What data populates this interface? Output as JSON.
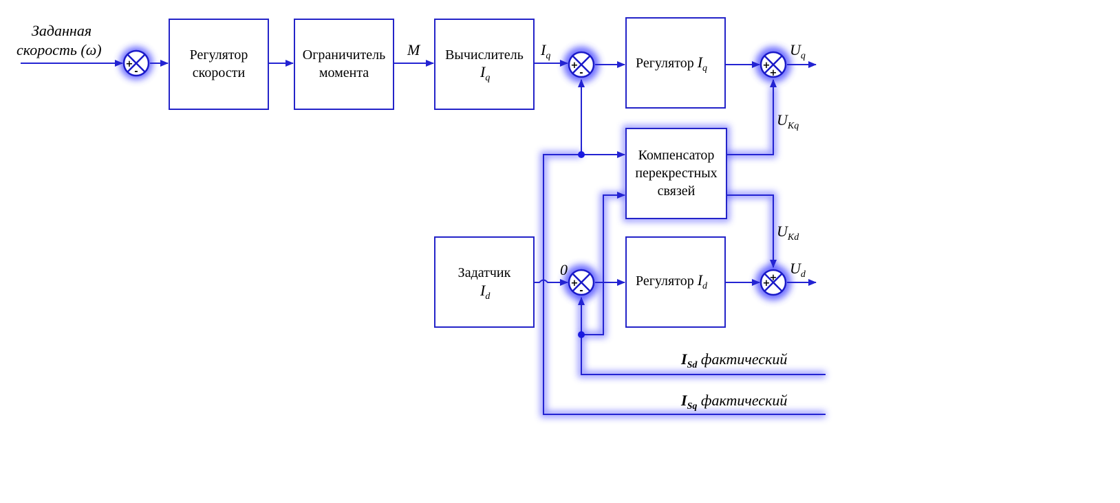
{
  "input_label": {
    "line1": "Заданная",
    "line2": "скорость (ω)"
  },
  "blocks": {
    "speed_regulator": {
      "line1": "Регулятор",
      "line2": "скорости"
    },
    "torque_limiter": {
      "line1": "Ограничитель",
      "line2": "момента"
    },
    "iq_calculator": {
      "line1": "Вычислитель",
      "var": "I",
      "sub": "q"
    },
    "iq_regulator": {
      "prefix": "Регулятор ",
      "var": "I",
      "sub": "q"
    },
    "cross_compensator": {
      "line1": "Компенсатор",
      "line2": "перекрестных",
      "line3": "связей"
    },
    "id_setter": {
      "line1": "Задатчик",
      "var": "I",
      "sub": "d"
    },
    "id_regulator": {
      "prefix": "Регулятор ",
      "var": "I",
      "sub": "d"
    }
  },
  "signals": {
    "torque": "M",
    "iq": {
      "var": "I",
      "sub": "q"
    },
    "uq": {
      "var": "U",
      "sub": "q"
    },
    "ukq": {
      "var": "U",
      "sub": "Kq"
    },
    "ukd": {
      "var": "U",
      "sub": "Kd"
    },
    "ud": {
      "var": "U",
      "sub": "d"
    },
    "zero": "0"
  },
  "feedback": {
    "isd": {
      "var": "I",
      "sub": "Sd",
      "text": " фактический"
    },
    "isq": {
      "var": "I",
      "sub": "Sq",
      "text": " фактический"
    }
  },
  "signs": {
    "plus": "+",
    "minus": "-"
  },
  "colors": {
    "line": "#2323d2",
    "glow": "#3a3aff",
    "block_border": "#2323c8"
  }
}
